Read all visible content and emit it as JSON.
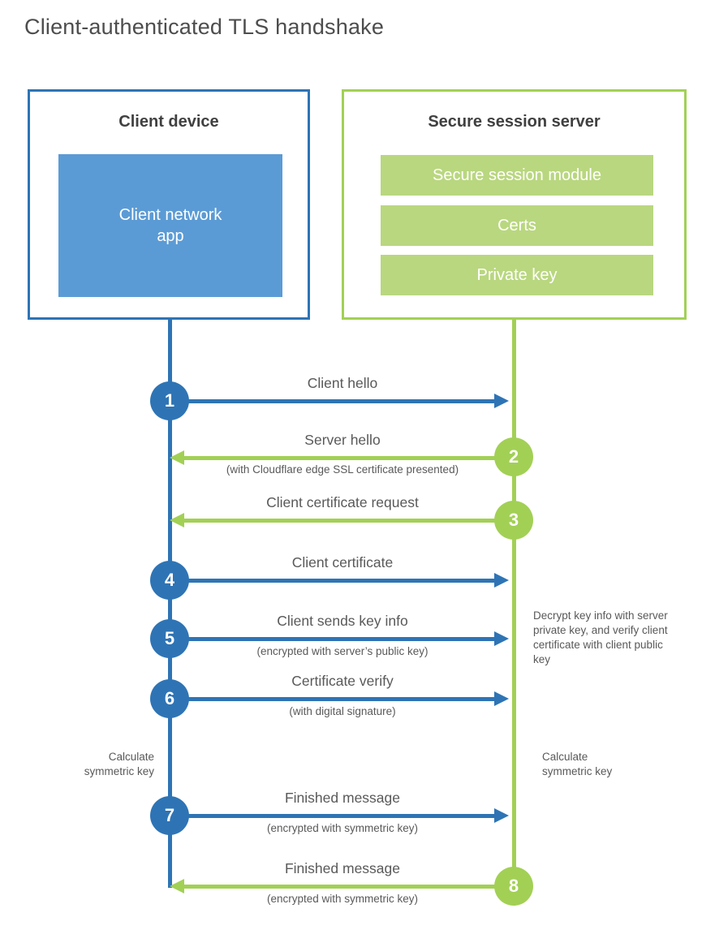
{
  "title": "Client-authenticated TLS handshake",
  "colors": {
    "client_accent": "#2e74b5",
    "client_fill": "#5b9bd5",
    "server_accent": "#a2d055",
    "server_fill": "#b9d77f",
    "label_text": "#595959"
  },
  "client_box": {
    "title": "Client device",
    "inner_label": "Client network app"
  },
  "server_box": {
    "title": "Secure session server",
    "modules": [
      "Secure session module",
      "Certs",
      "Private key"
    ]
  },
  "steps": [
    {
      "number": "1",
      "label": "Client hello",
      "direction": "client-to-server"
    },
    {
      "number": "2",
      "label": "Server hello",
      "sublabel": "(with Cloudflare edge SSL certificate presented)",
      "direction": "server-to-client"
    },
    {
      "number": "3",
      "label": "Client certificate request",
      "direction": "server-to-client"
    },
    {
      "number": "4",
      "label": "Client certificate",
      "direction": "client-to-server"
    },
    {
      "number": "5",
      "label": "Client sends key info",
      "sublabel": "(encrypted with server’s public key)",
      "direction": "client-to-server"
    },
    {
      "number": "6",
      "label": "Certificate verify",
      "sublabel": "(with digital signature)",
      "direction": "client-to-server"
    },
    {
      "number": "7",
      "label": "Finished message",
      "sublabel": "(encrypted with symmetric key)",
      "direction": "client-to-server"
    },
    {
      "number": "8",
      "label": "Finished message",
      "sublabel": "(encrypted with symmetric key)",
      "direction": "server-to-client"
    }
  ],
  "annotations": {
    "decrypt_note": "Decrypt key info with server private key, and verify client certificate with client public key",
    "calculate_left": "Calculate symmetric key",
    "calculate_right": "Calculate symmetric key"
  }
}
